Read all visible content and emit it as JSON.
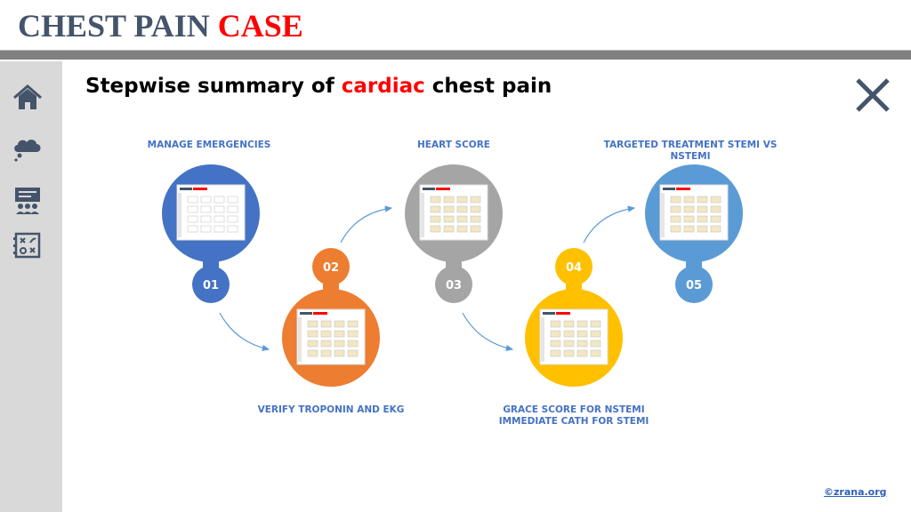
{
  "header": {
    "title_main": "CHEST PAIN",
    "title_accent": "CASE"
  },
  "sidebar": {
    "items": [
      {
        "icon": "home-icon"
      },
      {
        "icon": "thought-cloud-icon"
      },
      {
        "icon": "presentation-icon"
      },
      {
        "icon": "strategy-board-icon"
      }
    ]
  },
  "slide": {
    "title_pre": "Stepwise summary of ",
    "title_accent": "cardiac",
    "title_post": " chest pain",
    "close_icon": "close-icon"
  },
  "steps": [
    {
      "number": "01",
      "label": "MANAGE EMERGENCIES",
      "color": "#4472c4"
    },
    {
      "number": "02",
      "label": "VERIFY TROPONIN AND EKG",
      "color": "#ed7d31"
    },
    {
      "number": "03",
      "label": "HEART SCORE",
      "color": "#a5a5a5"
    },
    {
      "number": "04",
      "label_line1": "GRACE SCORE FOR NSTEMI",
      "label_line2": "IMMEDIATE CATH FOR STEMI",
      "color": "#ffc000"
    },
    {
      "number": "05",
      "label_line1": "TARGETED TREATMENT STEMI VS",
      "label_line2": "NSTEMI",
      "color": "#5b9bd5"
    }
  ],
  "footer": {
    "link": "©zrana.org"
  },
  "colors": {
    "title": "#44546a",
    "accent": "#ff0000",
    "label": "#4472c4"
  }
}
